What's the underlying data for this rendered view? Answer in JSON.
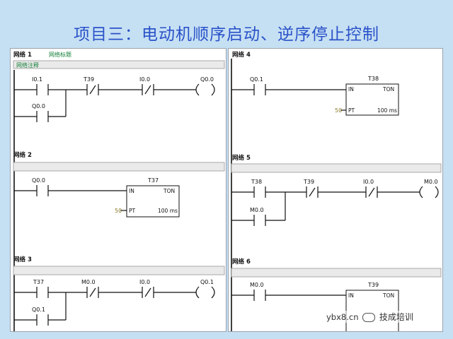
{
  "slide": {
    "title": "项目三：电动机顺序启动、逆序停止控制"
  },
  "networks": [
    {
      "label": "网络 1",
      "subtitle": "网络标题",
      "comment": "网络注释",
      "contacts": [
        {
          "address": "I0.1",
          "type": "NO"
        },
        {
          "address": "T39",
          "type": "NC"
        },
        {
          "address": "I0.0",
          "type": "NC"
        },
        {
          "address": "Q0.0",
          "type": "NO"
        }
      ],
      "coil": "Q0.0"
    },
    {
      "label": "网络 2",
      "contacts": [
        {
          "address": "Q0.0",
          "type": "NO"
        }
      ],
      "timer": {
        "name": "T37",
        "type": "TON",
        "in": "IN",
        "pt": "PT",
        "preset": "50",
        "unit": "100 ms"
      }
    },
    {
      "label": "网络 3",
      "contacts": [
        {
          "address": "T37",
          "type": "NO"
        },
        {
          "address": "M0.0",
          "type": "NC"
        },
        {
          "address": "I0.0",
          "type": "NC"
        },
        {
          "address": "Q0.1",
          "type": "NO"
        }
      ],
      "coil": "Q0.1"
    },
    {
      "label": "网络 4",
      "contacts": [
        {
          "address": "Q0.1",
          "type": "NO"
        }
      ],
      "timer": {
        "name": "T38",
        "type": "TON",
        "in": "IN",
        "pt": "PT",
        "preset": "50",
        "unit": "100 ms"
      }
    },
    {
      "label": "网络 5",
      "contacts": [
        {
          "address": "T38",
          "type": "NO"
        },
        {
          "address": "T39",
          "type": "NC"
        },
        {
          "address": "I0.0",
          "type": "NC"
        },
        {
          "address": "M0.0",
          "type": "NO"
        }
      ],
      "coil": "M0.0"
    },
    {
      "label": "网络 6",
      "contacts": [
        {
          "address": "M0.0",
          "type": "NO"
        }
      ],
      "timer": {
        "name": "T39",
        "type": "TON",
        "in": "IN"
      }
    }
  ],
  "watermark": {
    "site": "ybx8.cn",
    "brand": "技成培训"
  }
}
